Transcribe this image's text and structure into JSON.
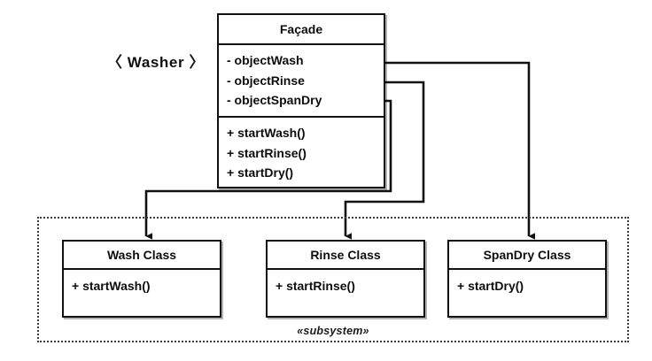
{
  "diagram": {
    "title_label": "〈 Washer 〉",
    "subsystem_label": "«subsystem»",
    "line_color": "#111111"
  },
  "facade": {
    "name": "Façade",
    "attributes": [
      {
        "label": "- objectWash",
        "port": "association-port-wash"
      },
      {
        "label": "- objectRinse",
        "port": "association-port-rinse"
      },
      {
        "label": "- objectSpanDry",
        "port": "association-port-spandry"
      }
    ],
    "operations": [
      {
        "label": "+ startWash()"
      },
      {
        "label": "+ startRinse()"
      },
      {
        "label": "+ startDry()"
      }
    ]
  },
  "subsystem": {
    "classes": [
      {
        "name": "Wash Class",
        "operations": [
          {
            "label": "+ startWash()"
          }
        ]
      },
      {
        "name": "Rinse Class",
        "operations": [
          {
            "label": "+ startRinse()"
          }
        ]
      },
      {
        "name": "SpanDry Class",
        "operations": [
          {
            "label": "+ startDry()"
          }
        ]
      }
    ]
  }
}
